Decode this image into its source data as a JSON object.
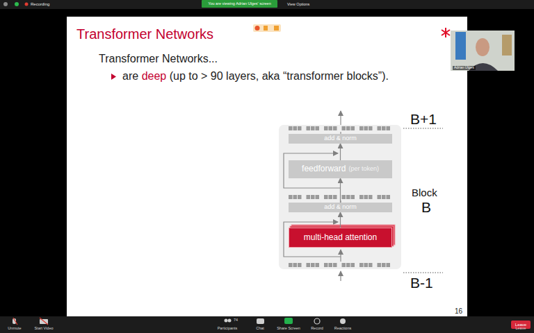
{
  "diagram": {
    "title": "Transformer Networks",
    "nodes": [
      {
        "text": [
          "You are viewing Adrian Ulges' screen"
        ]
      },
      {
        "text": [
          "add & norm"
        ]
      },
      {
        "text": [
          "feedforward",
          "(per token)"
        ]
      },
      {
        "text": [
          "add & norm"
        ]
      },
      {
        "text": [
          "multi-head attention"
        ]
      },
      {
        "text": [
          "Leave"
        ]
      }
    ],
    "edges": [
      {
        "from": 4,
        "to": 3,
        "arrow": "to"
      },
      {
        "from": 3,
        "to": 2,
        "arrow": "to"
      },
      {
        "from": 2,
        "to": 1,
        "arrow": "to"
      }
    ],
    "labels": [
      "Recording",
      "View Options",
      "Adrian Ulges",
      "Transformer Networks...",
      "are",
      "deep",
      "(up to > 90 layers, aka “transformer blocks”).",
      "B+1",
      "Block",
      "B",
      "B-1",
      "16",
      "Unmute",
      "Start Video",
      "74",
      "Participants",
      "Chat",
      "Share Screen",
      "Record",
      "Reactions",
      "Leave"
    ]
  }
}
